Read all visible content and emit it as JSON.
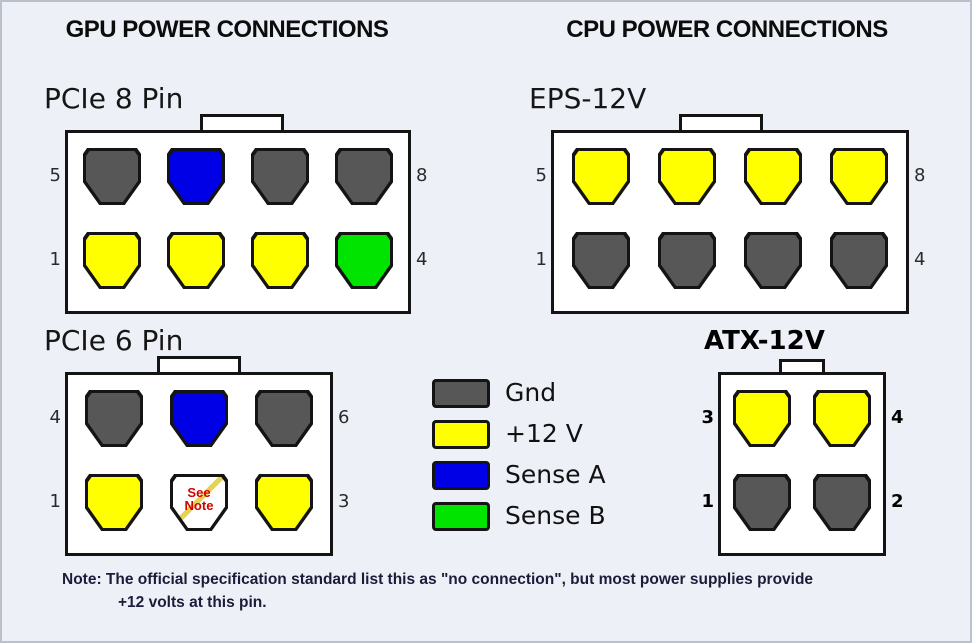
{
  "headers": {
    "gpu": "GPU POWER CONNECTIONS",
    "cpu": "CPU POWER CONNECTIONS"
  },
  "colors": {
    "gnd": "#575757",
    "v12": "#ffff00",
    "senseA": "#0000e6",
    "senseB": "#00e400",
    "pin_outline": "#141414",
    "connector_body": "#ffffff",
    "background": "#edf1f7",
    "note_text": "#1c1c3a",
    "see_note_text": "#d40000"
  },
  "legend": {
    "items": [
      {
        "type": "gnd",
        "label": "Gnd"
      },
      {
        "type": "v12",
        "label": "+12 V"
      },
      {
        "type": "senseA",
        "label": "Sense A"
      },
      {
        "type": "senseB",
        "label": "Sense B"
      }
    ]
  },
  "connectors": {
    "pcie8": {
      "title": "PCIe 8 Pin",
      "rows": [
        {
          "left": "5",
          "right": "8",
          "pins": [
            {
              "type": "gnd"
            },
            {
              "type": "senseA"
            },
            {
              "type": "gnd"
            },
            {
              "type": "gnd"
            }
          ]
        },
        {
          "left": "1",
          "right": "4",
          "pins": [
            {
              "type": "v12"
            },
            {
              "type": "v12"
            },
            {
              "type": "v12"
            },
            {
              "type": "senseB"
            }
          ]
        }
      ]
    },
    "eps12v": {
      "title": "EPS-12V",
      "rows": [
        {
          "left": "5",
          "right": "8",
          "pins": [
            {
              "type": "v12"
            },
            {
              "type": "v12"
            },
            {
              "type": "v12"
            },
            {
              "type": "v12"
            }
          ]
        },
        {
          "left": "1",
          "right": "4",
          "pins": [
            {
              "type": "gnd"
            },
            {
              "type": "gnd"
            },
            {
              "type": "gnd"
            },
            {
              "type": "gnd"
            }
          ]
        }
      ]
    },
    "pcie6": {
      "title": "PCIe 6 Pin",
      "rows": [
        {
          "left": "4",
          "right": "6",
          "pins": [
            {
              "type": "gnd"
            },
            {
              "type": "senseA"
            },
            {
              "type": "gnd"
            }
          ]
        },
        {
          "left": "1",
          "right": "3",
          "pins": [
            {
              "type": "v12"
            },
            {
              "type": "note",
              "note_line1": "See",
              "note_line2": "Note"
            },
            {
              "type": "v12"
            }
          ]
        }
      ]
    },
    "atx12v": {
      "title": "ATX-12V",
      "rows": [
        {
          "left": "3",
          "right": "4",
          "pins": [
            {
              "type": "v12"
            },
            {
              "type": "v12"
            }
          ]
        },
        {
          "left": "1",
          "right": "2",
          "pins": [
            {
              "type": "gnd"
            },
            {
              "type": "gnd"
            }
          ]
        }
      ]
    }
  },
  "note": {
    "line1": "Note: The official specification standard list this as \"no connection\", but most power supplies provide",
    "line2": "+12 volts at this pin."
  }
}
